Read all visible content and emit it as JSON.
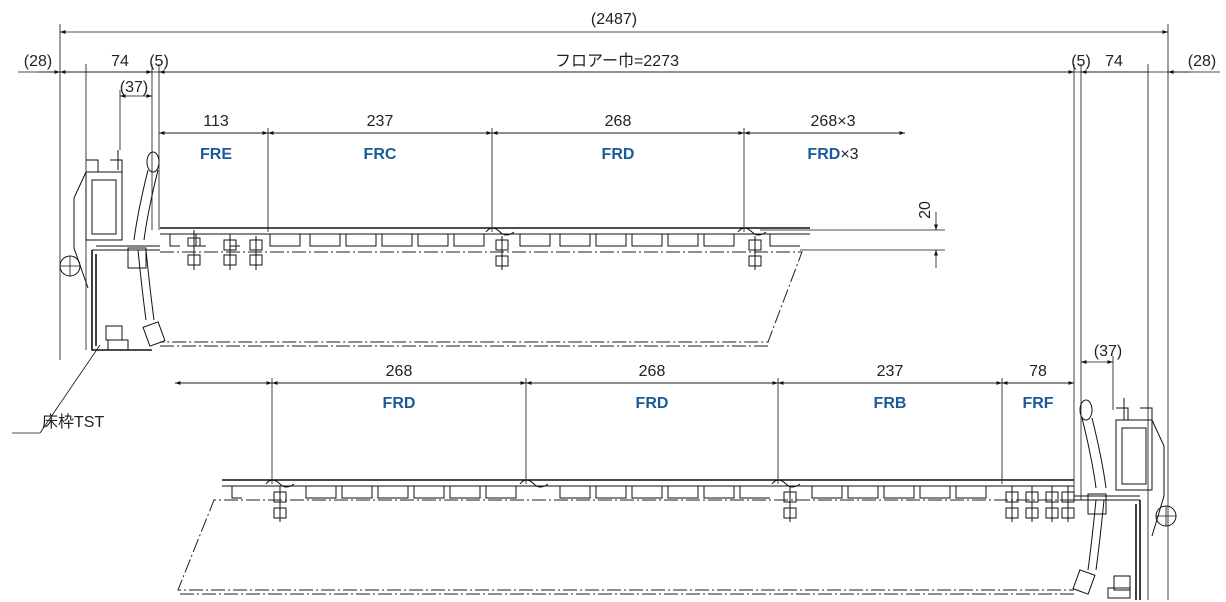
{
  "dimensions": {
    "overall": "(2487)",
    "left_28": "(28)",
    "left_74": "74",
    "left_5": "(5)",
    "left_37": "(37)",
    "floor_width": "フロアー巾=2273",
    "right_5": "(5)",
    "right_74": "74",
    "right_28": "(28)",
    "right_37": "(37)",
    "height_20": "20"
  },
  "upper_row": [
    {
      "dim": "113",
      "code": "FRE",
      "suffix": ""
    },
    {
      "dim": "237",
      "code": "FRC",
      "suffix": ""
    },
    {
      "dim": "268",
      "code": "FRD",
      "suffix": ""
    },
    {
      "dim": "268×3",
      "code": "FRD",
      "suffix": "×3"
    }
  ],
  "lower_row": [
    {
      "dim": "268",
      "code": "FRD"
    },
    {
      "dim": "268",
      "code": "FRD"
    },
    {
      "dim": "237",
      "code": "FRB"
    },
    {
      "dim": "78",
      "code": "FRF"
    }
  ],
  "callout": "床枠TST",
  "colors": {
    "code_blue": "#1a5a9a",
    "line": "#111111"
  }
}
